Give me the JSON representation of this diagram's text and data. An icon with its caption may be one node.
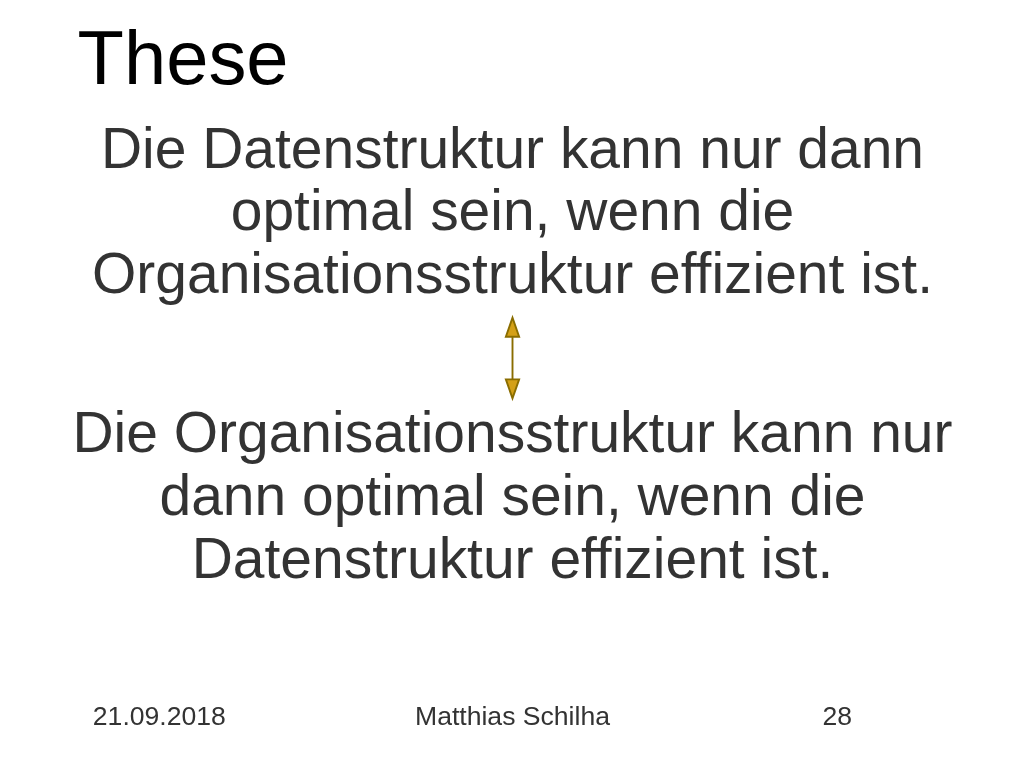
{
  "diagram": {
    "title": "These",
    "nodes": [
      {
        "text": [
          "Die Datenstruktur kann nur dann optimal sein, wenn die Organisationsstruktur effizient ist."
        ]
      },
      {
        "text": [
          "Die Organisationsstruktur kann nur dann optimal sein, wenn die Datenstruktur effizient ist."
        ]
      }
    ],
    "edges": [
      {
        "from": 0,
        "to": 1,
        "arrow": "both"
      }
    ],
    "labels": [
      "21.09.2018",
      "Matthias Schilha",
      "28"
    ]
  }
}
